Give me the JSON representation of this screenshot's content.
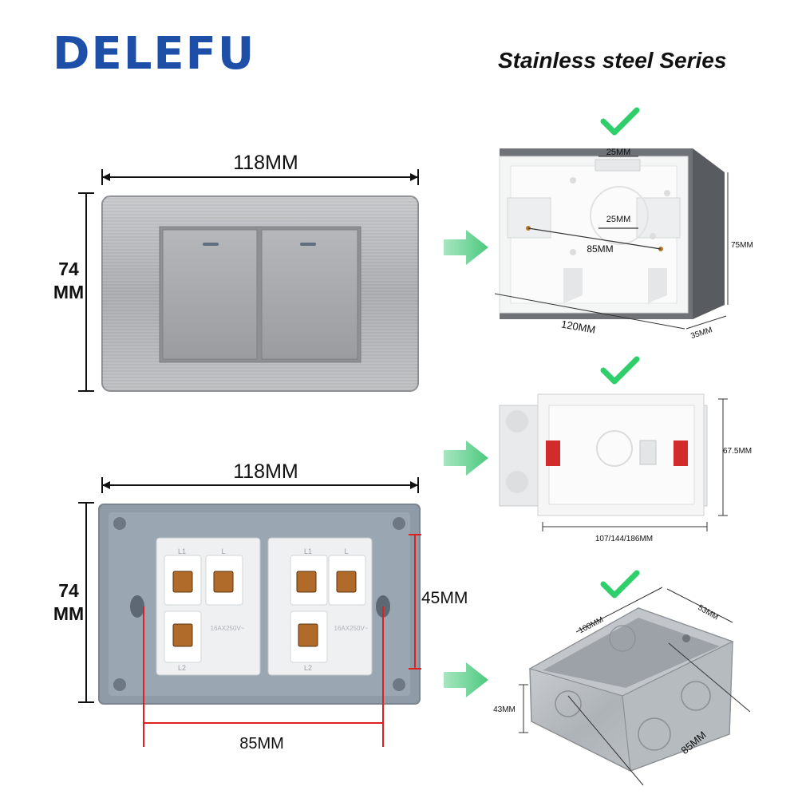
{
  "brand": {
    "name": "DELEFU"
  },
  "header": {
    "series_title": "Stainless steel Series"
  },
  "front_panel": {
    "width_label": "118MM",
    "height_label_top": "74",
    "height_label_bottom": "MM"
  },
  "back_panel": {
    "width_label": "118MM",
    "height_label_top": "74",
    "height_label_bottom": "MM",
    "hole_spacing_label": "85MM",
    "module_height_label": "45MM",
    "terminal_labels": [
      "L1",
      "L",
      "L1",
      "L",
      "L2",
      "L2"
    ],
    "rating_labels": [
      "16AX250V~",
      "16AX250V~"
    ]
  },
  "box1": {
    "top_slot_label": "25MM",
    "inner_slot_label": "25MM",
    "hole_spacing_label": "85MM",
    "height_label": "75MM",
    "width_label": "120MM",
    "depth_label": "35MM"
  },
  "box2": {
    "height_label": "67.5MM",
    "width_label": "107/144/186MM"
  },
  "box3": {
    "width_label": "100MM",
    "depth_label": "53MM",
    "height_label": "43MM",
    "length_label": "85MM"
  },
  "colors": {
    "brand": "#1d4fa8",
    "check": "#2fcf6c",
    "arrow": "#6fd39a",
    "red_dim": "#e02020"
  }
}
